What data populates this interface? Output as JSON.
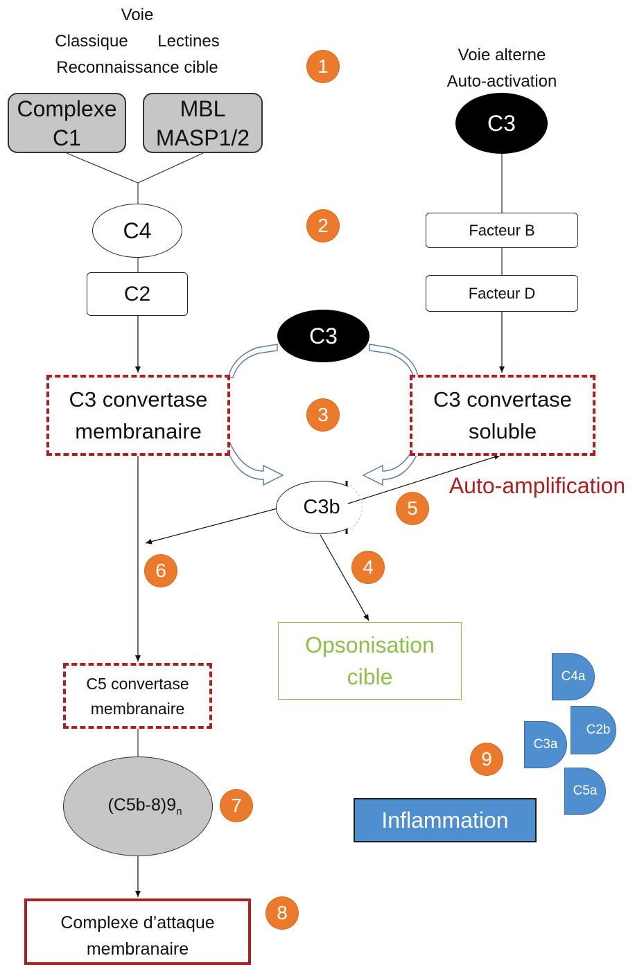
{
  "classical": {
    "title_line1": "Voie",
    "title_classique": "Classique",
    "title_lectines": "Lectines",
    "title_line3": "Reconnaissance cible",
    "c1_line1": "Complexe",
    "c1_line2": "C1",
    "mbl_line1": "MBL",
    "mbl_line2": "MASP1/2",
    "c4": "C4",
    "c2": "C2",
    "c3_conv_line1": "C3 convertase",
    "c3_conv_line2": "membranaire",
    "c5_conv_line1": "C5 convertase",
    "c5_conv_line2": "membranaire",
    "mac_main": "(C5b-8)9",
    "mac_sub": "n",
    "attack_line1": "Complexe d’attaque",
    "attack_line2": "membranaire"
  },
  "alternative": {
    "title_line1": "Voie alterne",
    "title_line2": "Auto-activation",
    "c3_top": "C3",
    "factor_b": "Facteur B",
    "factor_d": "Facteur D",
    "conv_line1": "C3 convertase",
    "conv_line2": "soluble"
  },
  "center": {
    "c3": "C3",
    "c3b": "C3b",
    "auto_amplification": "Auto-amplification",
    "opsonisation_line1": "Opsonisation",
    "opsonisation_line2": "cible"
  },
  "inflammation": {
    "label": "Inflammation",
    "c4a": "C4a",
    "c2b": "C2b",
    "c3a": "C3a",
    "c5a": "C5a"
  },
  "steps": [
    "1",
    "2",
    "3",
    "4",
    "5",
    "6",
    "7",
    "8",
    "9"
  ],
  "colors": {
    "step_badge": "#ec7a2d",
    "convertase_border": "#b01e1e",
    "auto_amplification": "#b01e1e",
    "opsonisation": "#8cc04a",
    "inflammation": "#4f8fd0",
    "gray_node": "#c6c6c6",
    "black_node": "#000000"
  }
}
